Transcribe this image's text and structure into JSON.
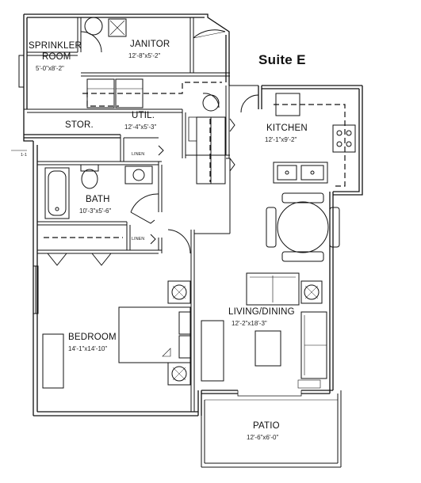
{
  "suite_title": "Suite E",
  "rooms": {
    "sprinkler_line1": "SPRINKLER",
    "sprinkler_line2": "ROOM",
    "sprinkler_dim": "5'-0\"x8'-2\"",
    "janitor": "JANITOR",
    "janitor_dim": "12'-8\"x5'-2\"",
    "stor": "STOR.",
    "util": "UTIL.",
    "util_dim": "12'-4\"x5'-3\"",
    "kitchen": "KITCHEN",
    "kitchen_dim": "12'-1\"x9'-2\"",
    "bath": "BATH",
    "bath_dim": "10'-3\"x5'-6\"",
    "bedroom": "BEDROOM",
    "bedroom_dim": "14'-1\"x14'-10\"",
    "living": "LIVING/DINING",
    "living_dim": "12'-2\"x18'-3\"",
    "patio": "PATIO",
    "patio_dim": "12'-6\"x6'-0\""
  },
  "linen_label_1": "LINEN",
  "linen_label_2": "LINEN",
  "section_mark": "1-1"
}
